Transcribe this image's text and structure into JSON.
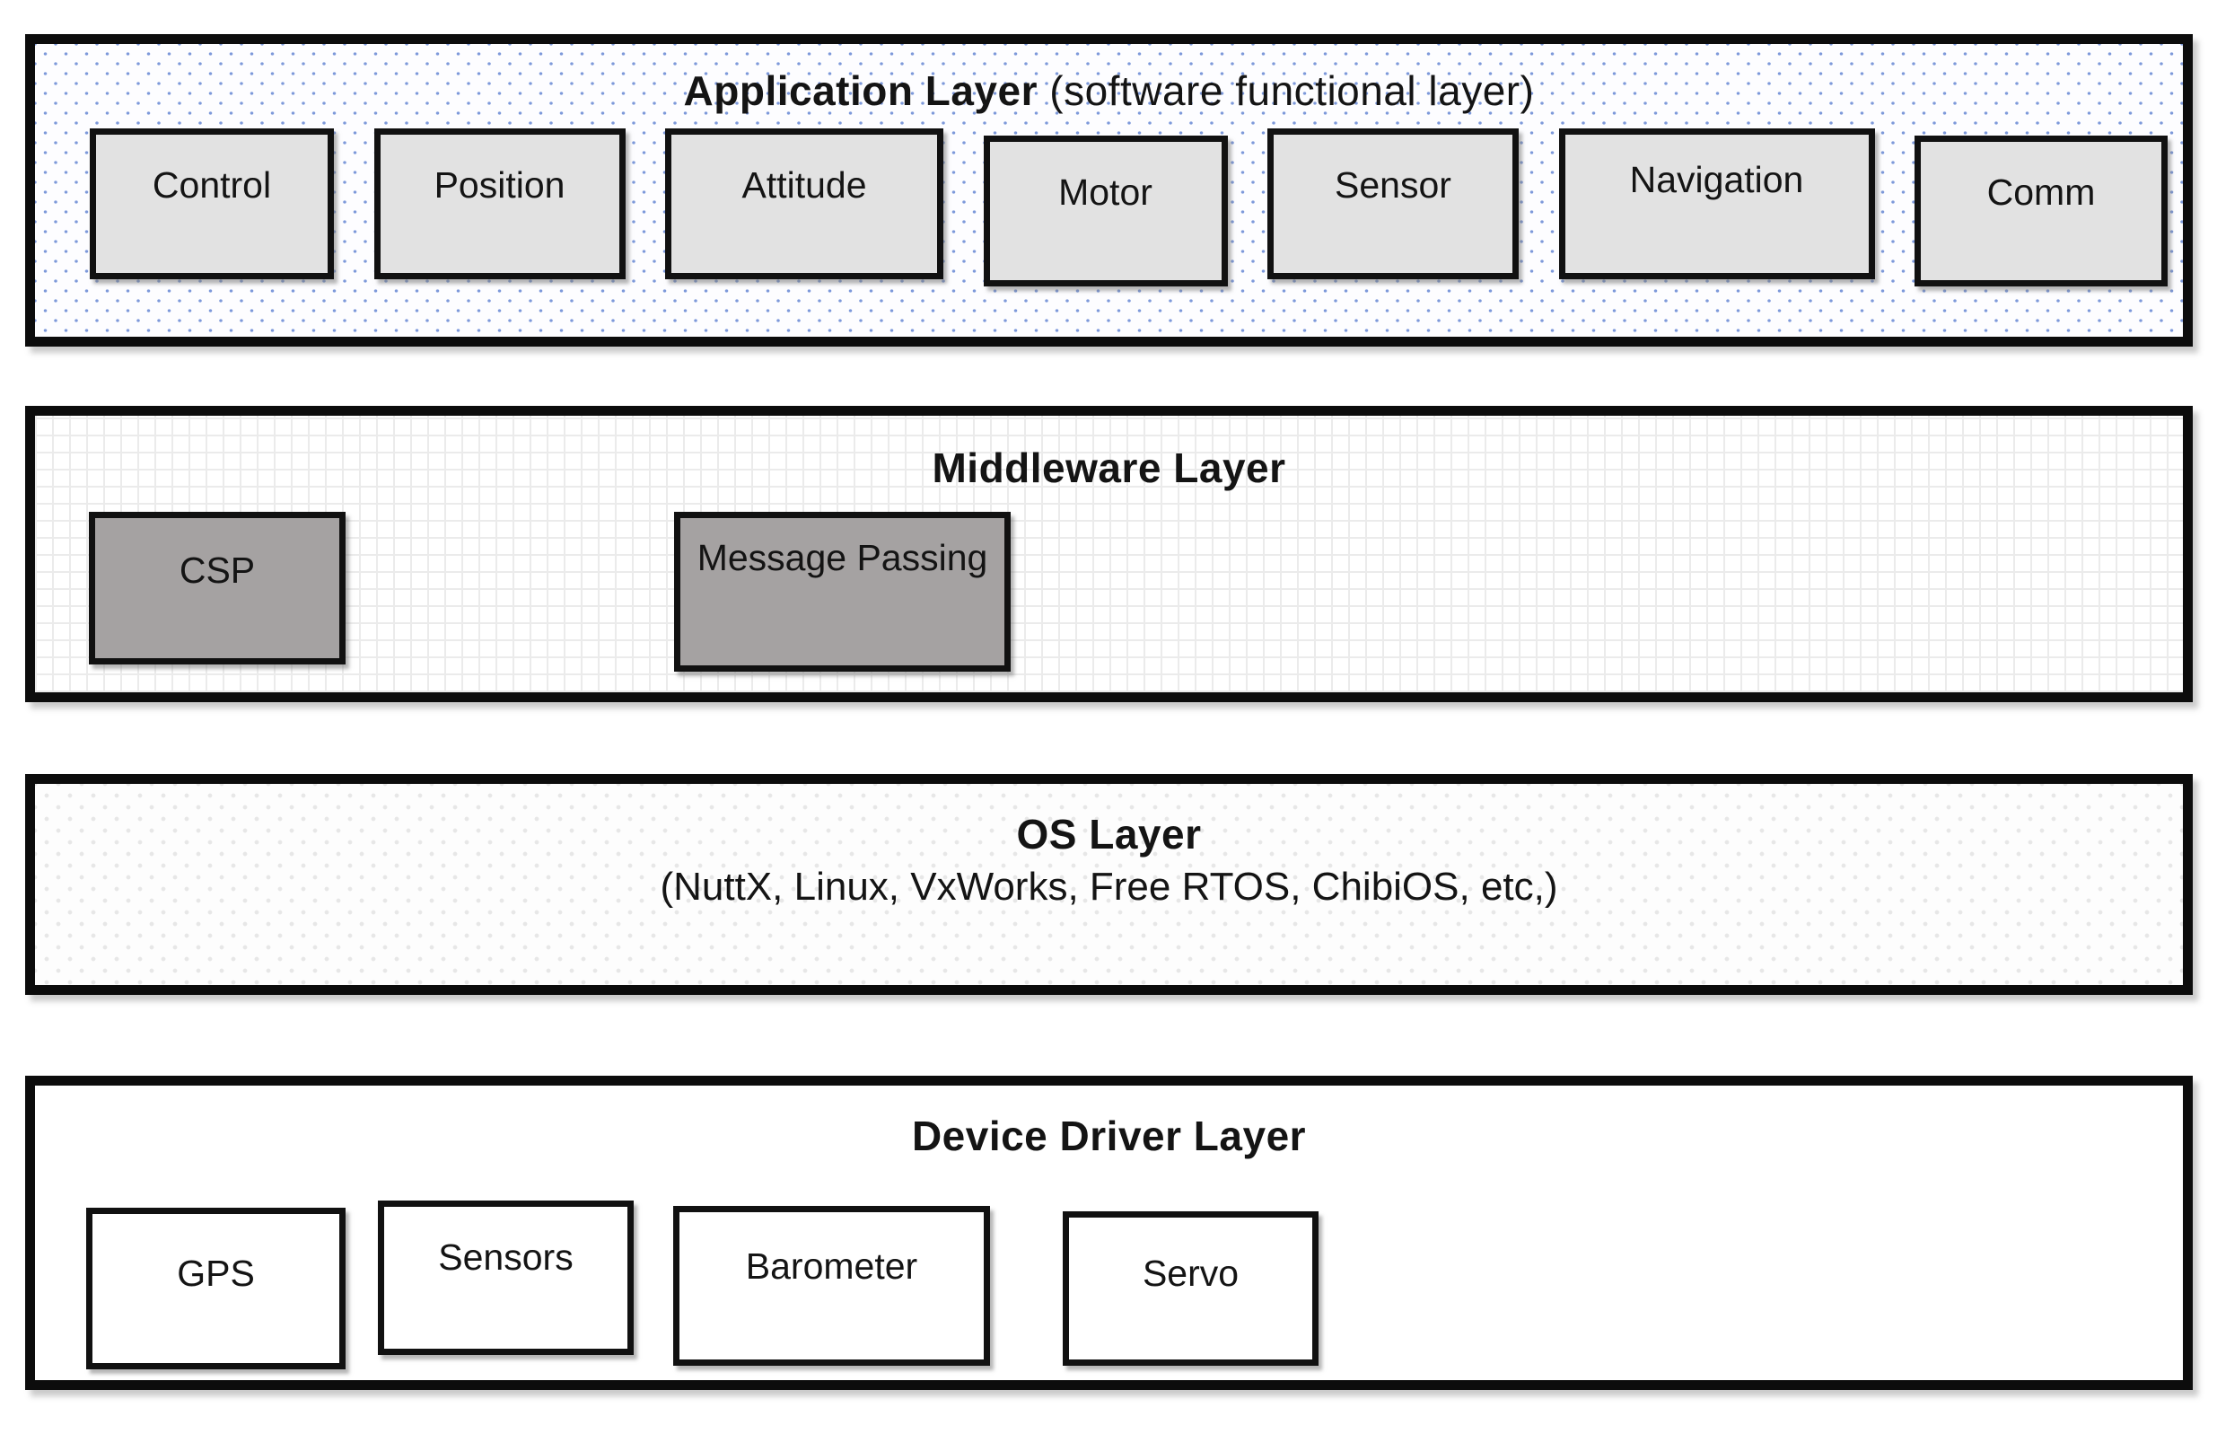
{
  "diagram": {
    "application": {
      "title": "Application Layer",
      "title_suffix": " (software functional layer)",
      "boxes": [
        "Control",
        "Position",
        "Attitude",
        "Motor",
        "Sensor",
        "Navigation",
        "Comm"
      ]
    },
    "middleware": {
      "title": "Middleware Layer",
      "boxes": [
        "CSP",
        "Message Passing"
      ]
    },
    "os": {
      "title": "OS Layer",
      "subtitle": "(NuttX, Linux, VxWorks, Free RTOS, ChibiOS, etc,)"
    },
    "device": {
      "title": "Device Driver Layer",
      "boxes": [
        "GPS",
        "Sensors",
        "Barometer",
        "Servo"
      ]
    },
    "colors": {
      "border": "#0c0c0c",
      "app_box_fill": "#e2e2e2",
      "middleware_box_fill": "#a5a2a2",
      "device_box_fill": "#ffffff",
      "app_pattern_dot": "#7d99da",
      "middleware_pattern_line": "#ebebeb",
      "os_pattern_dot": "#e7e7e7",
      "text": "#141414"
    }
  }
}
